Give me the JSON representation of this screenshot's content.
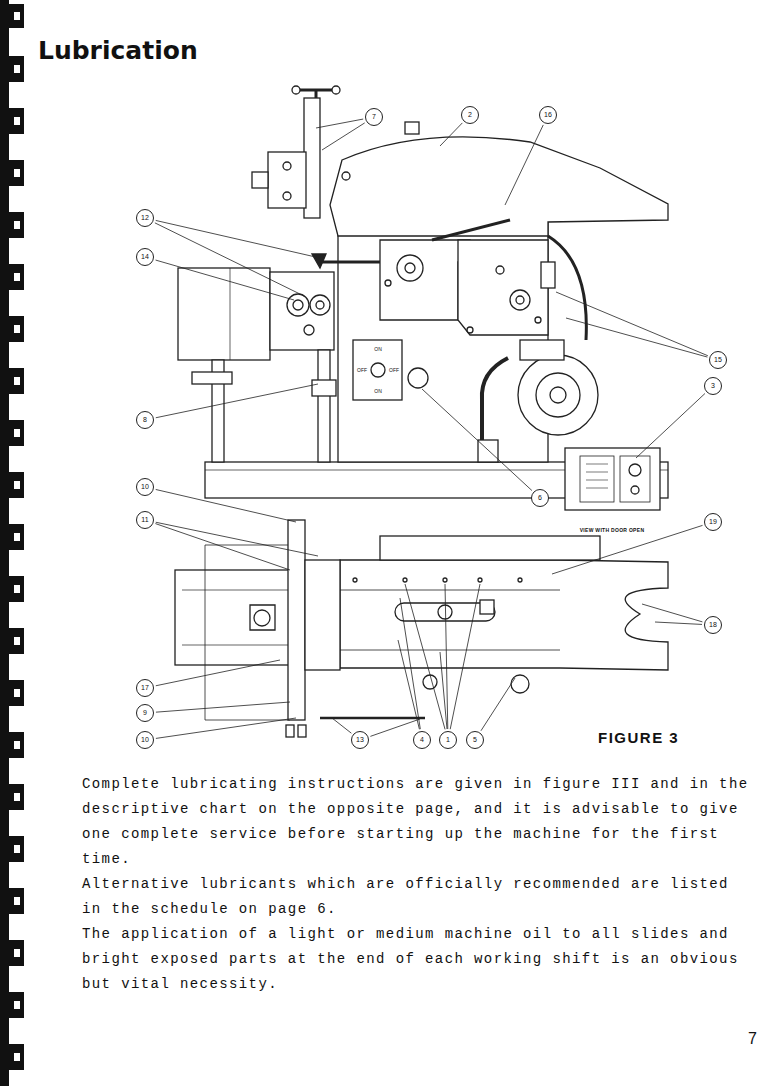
{
  "diagram": {
    "title": "Lubrication",
    "caption": "FIGURE 3",
    "labels": [
      "7",
      "2",
      "16",
      "12",
      "14",
      "15",
      "3",
      "8",
      "6",
      "ON",
      "OFF",
      "OFF",
      "ON",
      "VIEW WITH DOOR OPEN",
      "10",
      "11",
      "19",
      "18",
      "17",
      "9",
      "10",
      "13",
      "4",
      "1",
      "5",
      "Complete lubricating instructions are given in figure III and in the descriptive chart on the opposite page, and it is advisable to give one complete service before starting up the machine for the first time.",
      "Alternative lubricants which are officially recommended are listed in the schedule on page 6.",
      "The application of a light or medium machine oil to all slides and bright exposed parts at the end of each working shift is an obvious but vital necessity.",
      "7"
    ]
  }
}
